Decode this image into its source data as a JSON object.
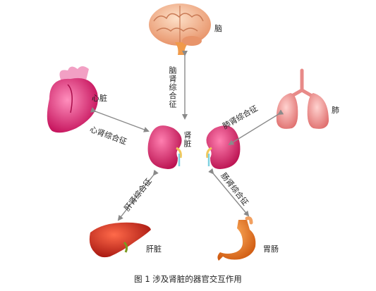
{
  "organs": {
    "brain": "脑",
    "heart": "心脏",
    "lung": "肺",
    "kidney": "肾脏",
    "liver": "肝脏",
    "stomach": "胃肠"
  },
  "syndromes": {
    "cerebro_renal": "脑肾综合征",
    "cardio_renal": "心肾综合征",
    "pulmo_renal": "肺肾综合征",
    "hepato_renal": "肝肾综合征",
    "gastro_renal": "肠肾综合征"
  },
  "caption": "图 1  涉及肾脏的器官交互作用",
  "colors": {
    "brain": "#f0b48c",
    "heart": "#e8357a",
    "lung": "#f08a8a",
    "kidney": "#e2246f",
    "liver": "#d8261e",
    "stomach": "#ec7a22",
    "arrow": "#8a8a8a"
  }
}
